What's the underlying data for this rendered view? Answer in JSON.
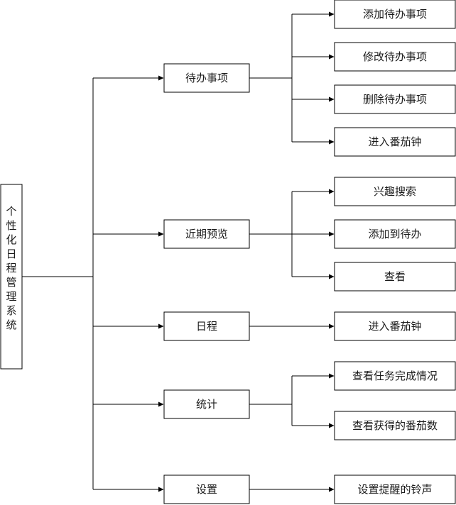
{
  "root": {
    "label": "个性化日程管理系统"
  },
  "categories": [
    {
      "label": "待办事项",
      "children": [
        "添加待办事项",
        "修改待办事项",
        "删除待办事项",
        "进入番茄钟"
      ]
    },
    {
      "label": "近期预览",
      "children": [
        "兴趣搜索",
        "添加到待办",
        "查看"
      ]
    },
    {
      "label": "日程",
      "children": [
        "进入番茄钟"
      ]
    },
    {
      "label": "统计",
      "children": [
        "查看任务完成情况",
        "查看获得的番茄数"
      ]
    },
    {
      "label": "设置",
      "children": [
        "设置提醒的铃声"
      ]
    }
  ]
}
